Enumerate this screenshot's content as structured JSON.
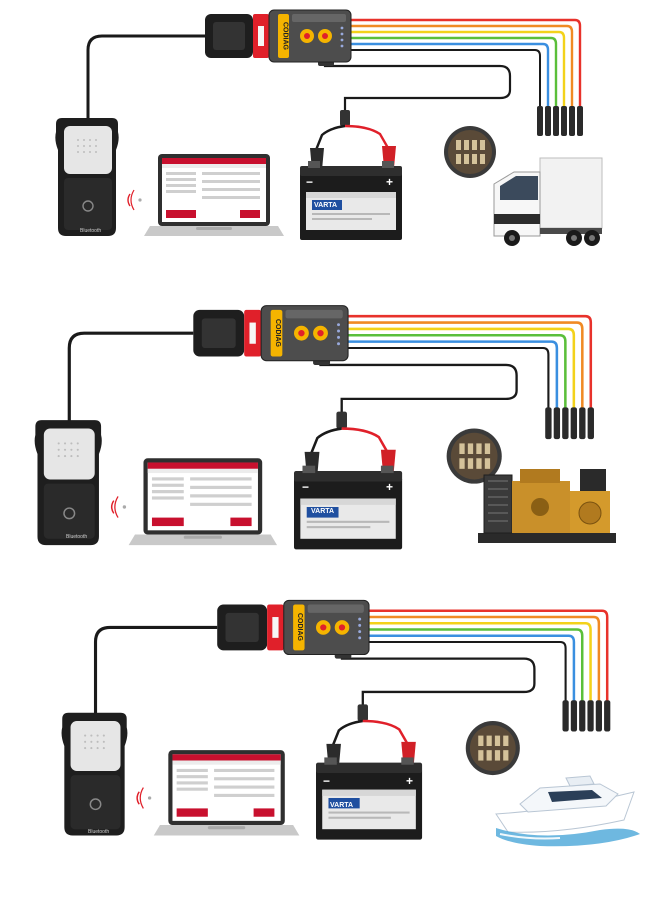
{
  "colors": {
    "wire_red": "#e8322b",
    "wire_orange": "#f08a24",
    "wire_yellow": "#f3d21a",
    "wire_green": "#5bbf3a",
    "wire_blue": "#3a8fe0",
    "cable_black": "#1a1a1a",
    "adapter_red": "#e0202a",
    "button_yellow": "#f5b400",
    "battery_body": "#1c1c1c",
    "varta_blue": "#1f4fa0",
    "screen_red": "#c8102e"
  },
  "panels": [
    {
      "target_vehicle": "truck",
      "adapter": {
        "brand": "CODIAG"
      },
      "battery": {
        "brand": "VARTA",
        "minus_sign": "−",
        "plus_sign": "+"
      },
      "interface": {
        "label": "Bluetooth"
      }
    },
    {
      "target_vehicle": "generator",
      "adapter": {
        "brand": "CODIAG"
      },
      "battery": {
        "brand": "VARTA",
        "minus_sign": "−",
        "plus_sign": "+"
      },
      "interface": {
        "label": "Bluetooth"
      }
    },
    {
      "target_vehicle": "boat",
      "adapter": {
        "brand": "CODIAG"
      },
      "battery": {
        "brand": "VARTA",
        "minus_sign": "−",
        "plus_sign": "+"
      },
      "interface": {
        "label": "Bluetooth"
      }
    }
  ]
}
